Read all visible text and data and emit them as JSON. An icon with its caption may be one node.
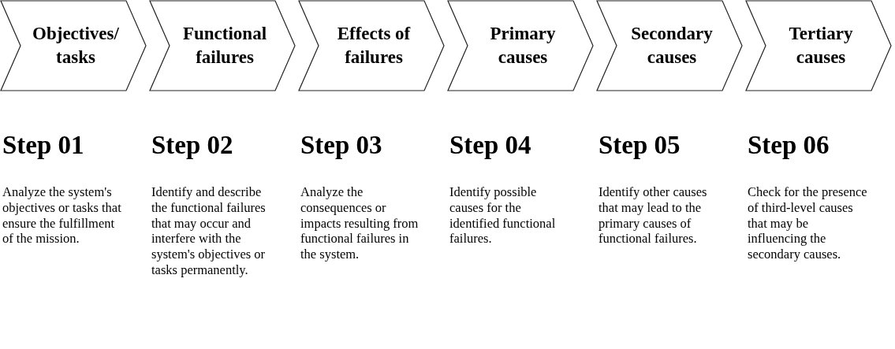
{
  "diagram": {
    "nodes": [
      {
        "text": [
          "Objectives/ tasks"
        ],
        "beside": [
          "Step 01",
          "Analyze the system's objectives or tasks that ensure the fulfillment of the mission."
        ]
      },
      {
        "text": [
          "Functional failures"
        ],
        "beside": [
          "Step 02",
          "Identify and describe the functional failures that may occur and interfere with the system's objectives or tasks permanently."
        ]
      },
      {
        "text": [
          "Effects of failures"
        ],
        "beside": [
          "Step 03",
          "Analyze the consequences or impacts resulting from functional failures in the system."
        ]
      },
      {
        "text": [
          "Primary causes"
        ],
        "beside": [
          "Step 04",
          "Identify possible causes for the identified functional failures."
        ]
      },
      {
        "text": [
          "Secondary causes"
        ],
        "beside": [
          "Step 05",
          "Identify other causes that may lead to the primary causes of functional failures."
        ]
      },
      {
        "text": [
          "Tertiary causes"
        ],
        "beside": [
          "Step 06",
          "Check for the presence of third-level causes that may be influencing the secondary causes."
        ]
      }
    ],
    "edges": []
  }
}
